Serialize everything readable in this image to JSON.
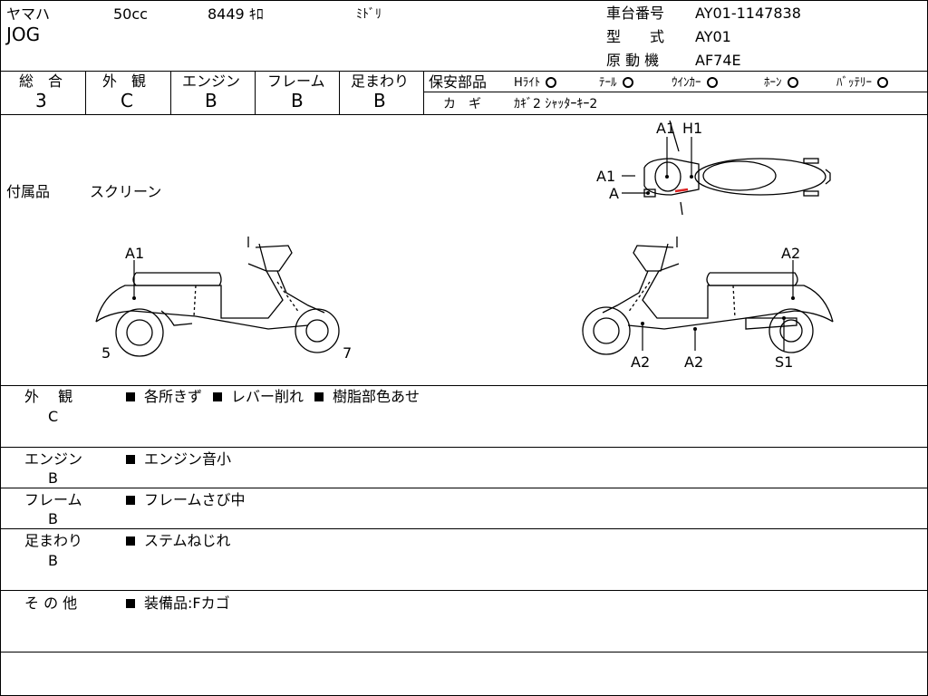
{
  "header": {
    "maker": "ヤマハ",
    "displacement": "50cc",
    "mileage": "8449 ｷﾛ",
    "color": "ﾐﾄﾞﾘ",
    "model_name": "JOG",
    "frame_no_label": "車台番号",
    "frame_no": "AY01-1147838",
    "type_label": "型　　式",
    "type": "AY01",
    "engine_label": "原 動 機",
    "engine": "AF74E"
  },
  "grades": {
    "labels": [
      "総　合",
      "外　観",
      "エンジン",
      "フレーム",
      "足まわり"
    ],
    "values": [
      "3",
      "C",
      "B",
      "B",
      "B"
    ]
  },
  "safety": {
    "label": "保安部品",
    "items": [
      "Hﾗｲﾄ",
      "ﾃｰﾙ",
      "ｳｲﾝｶｰ",
      "ﾎｰﾝ",
      "ﾊﾞｯﾃﾘｰ"
    ],
    "key_label": "カ　ギ",
    "key_value": "ｶｷﾞ2 ｼｬｯﾀｰｷｰ2"
  },
  "accessories": {
    "label": "付属品",
    "value": "スクリーン"
  },
  "diagram_marks": {
    "top": [
      "A1",
      "H1",
      "A1",
      "A"
    ],
    "left": [
      "A1",
      "5",
      "7"
    ],
    "right": [
      "A2",
      "A2",
      "A2",
      "S1"
    ]
  },
  "remarks": [
    {
      "label": "外　 観",
      "grade": "C",
      "items": [
        "各所きず",
        "レバー削れ",
        "樹脂部色あせ"
      ]
    },
    {
      "label": "エンジン",
      "grade": "B",
      "items": [
        "エンジン音小"
      ]
    },
    {
      "label": "フレーム",
      "grade": "B",
      "items": [
        "フレームさび中"
      ]
    },
    {
      "label": "足まわり",
      "grade": "B",
      "items": [
        "ステムねじれ"
      ]
    },
    {
      "label": "そ の 他",
      "grade": "",
      "items": [
        "装備品:Fカゴ"
      ]
    }
  ]
}
